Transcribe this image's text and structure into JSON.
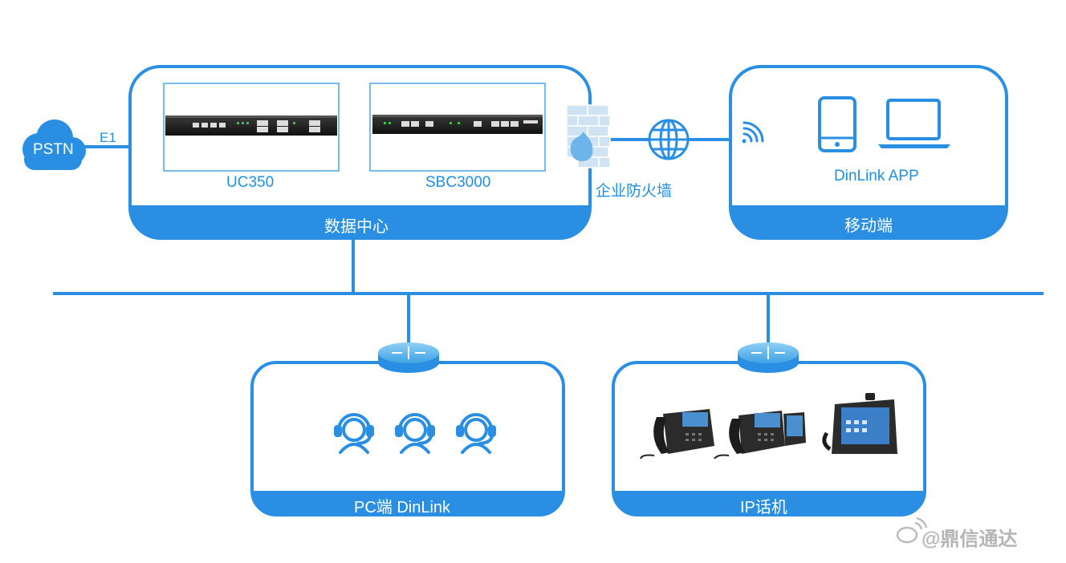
{
  "colors": {
    "primary_blue": "#2a8fe3",
    "panel_fill": "#ffffff",
    "device_frame": "#4aa3e6",
    "watermark": "#b5b5b5"
  },
  "pstn": {
    "label": "PSTN",
    "link_label": "E1"
  },
  "datacenter": {
    "title": "数据中心",
    "devices": [
      {
        "name": "UC350"
      },
      {
        "name": "SBC3000"
      }
    ]
  },
  "firewall": {
    "label": "企业防火墙",
    "icon": "firewall-icon"
  },
  "internet": {
    "icon": "globe-icon"
  },
  "mobile": {
    "title": "移动端",
    "app_label": "DinLink APP",
    "icons": [
      "wifi-icon",
      "phone-icon",
      "laptop-icon"
    ]
  },
  "pc_client": {
    "title": "PC端 DinLink",
    "icons": [
      "headset-agent-icon",
      "headset-agent-icon",
      "headset-agent-icon"
    ]
  },
  "ip_phone": {
    "title": "IP话机",
    "icons": [
      "desk-phone-icon",
      "desk-phone-with-sidecar-icon",
      "video-phone-icon"
    ]
  },
  "watermark": {
    "text": "@鼎信通达"
  }
}
